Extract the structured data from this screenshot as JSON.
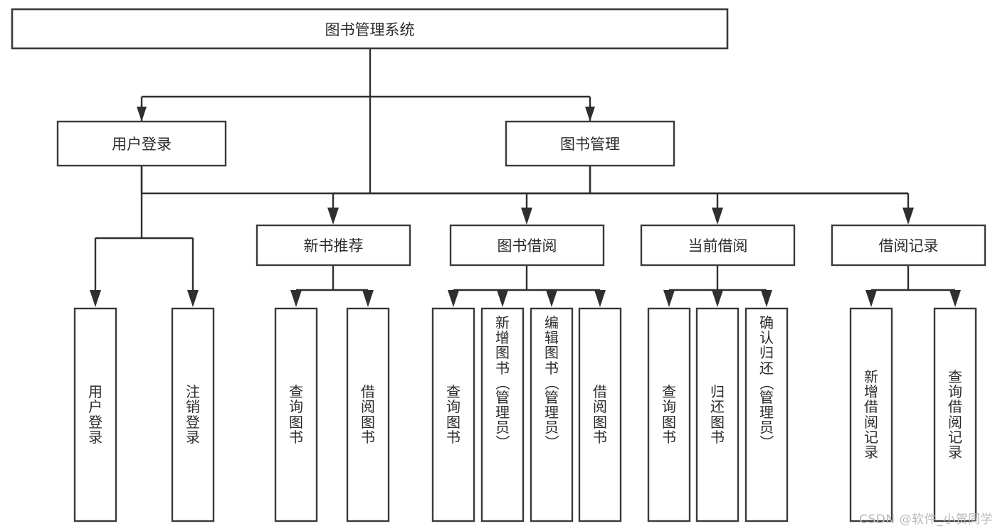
{
  "diagram": {
    "title": "图书管理系统",
    "type": "tree-hierarchy-diagram",
    "watermark": "CSDN @软件_小贺同学",
    "colors": {
      "box_stroke": "#3a3a3a",
      "connector": "#2f2f2f",
      "box_fill": "#ffffff",
      "text": "#2b2b2b",
      "watermark": "#b8b8b8",
      "background": "#ffffff"
    },
    "root": {
      "label": "图书管理系统",
      "orientation": "horizontal"
    },
    "level2": [
      {
        "id": "user-login",
        "label": "用户登录",
        "orientation": "horizontal"
      },
      {
        "id": "book-manage",
        "label": "图书管理",
        "orientation": "horizontal"
      }
    ],
    "level3": [
      {
        "id": "new-book-recommend",
        "label": "新书推荐",
        "parent": "book-manage",
        "orientation": "horizontal"
      },
      {
        "id": "book-borrow",
        "label": "图书借阅",
        "parent": "book-manage",
        "orientation": "horizontal"
      },
      {
        "id": "current-borrow",
        "label": "当前借阅",
        "parent": "book-manage",
        "orientation": "horizontal"
      },
      {
        "id": "borrow-record",
        "label": "借阅记录",
        "parent": "book-manage",
        "orientation": "horizontal"
      }
    ],
    "leaves": [
      {
        "id": "leaf-user-login",
        "label": "用户登录",
        "parent": "user-login",
        "orientation": "vertical"
      },
      {
        "id": "leaf-user-logout",
        "label": "注销登录",
        "parent": "user-login",
        "orientation": "vertical"
      },
      {
        "id": "leaf-query-book-1",
        "label": "查询图书",
        "parent": "new-book-recommend",
        "orientation": "vertical"
      },
      {
        "id": "leaf-borrow-book-1",
        "label": "借阅图书",
        "parent": "new-book-recommend",
        "orientation": "vertical"
      },
      {
        "id": "leaf-query-book-2",
        "label": "查询图书",
        "parent": "book-borrow",
        "orientation": "vertical"
      },
      {
        "id": "leaf-add-book",
        "label": "新增图书（管理员）",
        "parent": "book-borrow",
        "orientation": "vertical"
      },
      {
        "id": "leaf-edit-book",
        "label": "编辑图书（管理员）",
        "parent": "book-borrow",
        "orientation": "vertical"
      },
      {
        "id": "leaf-borrow-book-2",
        "label": "借阅图书",
        "parent": "book-borrow",
        "orientation": "vertical"
      },
      {
        "id": "leaf-query-book-3",
        "label": "查询图书",
        "parent": "current-borrow",
        "orientation": "vertical"
      },
      {
        "id": "leaf-return-book",
        "label": "归还图书",
        "parent": "current-borrow",
        "orientation": "vertical"
      },
      {
        "id": "leaf-confirm-return",
        "label": "确认归还（管理员）",
        "parent": "current-borrow",
        "orientation": "vertical"
      },
      {
        "id": "leaf-add-record",
        "label": "新增借阅记录",
        "parent": "borrow-record",
        "orientation": "vertical"
      },
      {
        "id": "leaf-query-record",
        "label": "查询借阅记录",
        "parent": "borrow-record",
        "orientation": "vertical"
      }
    ]
  }
}
